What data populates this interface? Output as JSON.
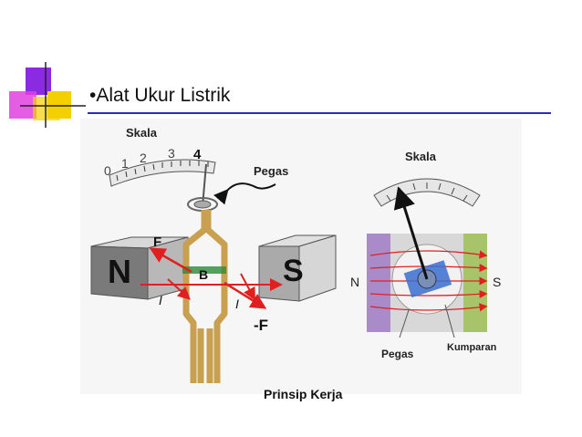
{
  "slide": {
    "title": "•Alat Ukur Listrik",
    "caption": "Prinsip Kerja"
  },
  "left_diagram": {
    "scale_label": "Skala",
    "scale_numbers": [
      "0",
      "1",
      "2",
      "3",
      "4"
    ],
    "spring_label": "Pegas",
    "magnet_north": "N",
    "magnet_south": "S",
    "force_label": "F",
    "force_neg_label": "-F",
    "field_label": "B",
    "current_left": "I",
    "current_right": "I"
  },
  "right_diagram": {
    "scale_label": "Skala",
    "north": "N",
    "south": "S",
    "spring_label": "Pegas",
    "coil_label": "Kumparan"
  },
  "colors": {
    "title_rule": "#2b2bb5",
    "deco_purple": "#8a2be2",
    "deco_yellow": "#f5d000",
    "deco_magenta": "#e040e0",
    "coil_gold": "#c8a050",
    "field_red": "#e02020"
  }
}
